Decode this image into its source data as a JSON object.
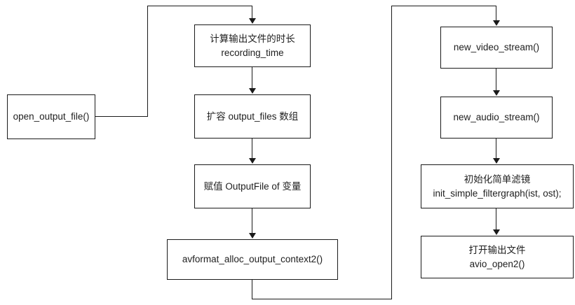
{
  "diagram": {
    "title": "open_output_file flowchart",
    "line_color": "#1a1a1a",
    "box_fill": "#ffffff",
    "nodes": {
      "entry": {
        "line1": "open_output_file()"
      },
      "recording_time": {
        "line1": "计算输出文件的时长",
        "line2": "recording_time"
      },
      "realloc_output_files": {
        "line1": "扩容 output_files 数组"
      },
      "assign_outputfile": {
        "line1": "赋值 OutputFile of 变量"
      },
      "alloc_output_context": {
        "line1": "avformat_alloc_output_context2()"
      },
      "new_video_stream": {
        "line1": "new_video_stream()"
      },
      "new_audio_stream": {
        "line1": "new_audio_stream()"
      },
      "init_filtergraph": {
        "line1": "初始化简单滤镜",
        "line2": "init_simple_filtergraph(ist, ost);"
      },
      "avio_open": {
        "line1": "打开输出文件",
        "line2": "avio_open2()"
      }
    }
  }
}
